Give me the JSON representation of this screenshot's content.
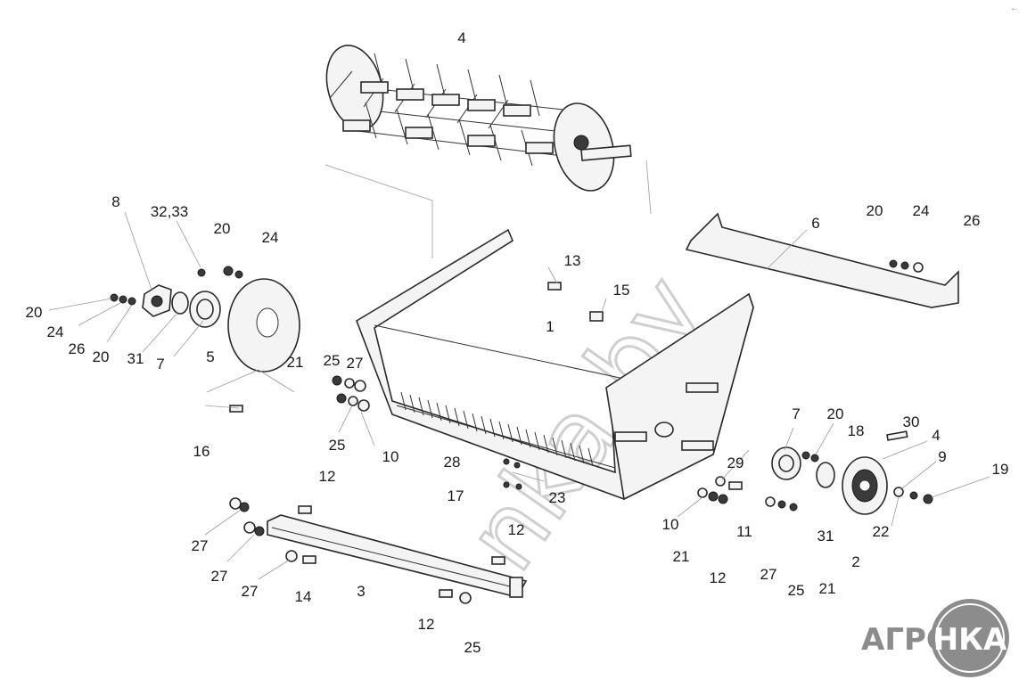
{
  "watermark": {
    "text": "nka.by"
  },
  "logo": {
    "prefix": "АГРО",
    "circle_text": "НКА",
    "color": "#8c8c8c"
  },
  "corner_mark": "←",
  "labels": {
    "l4_top": "4",
    "l8": "8",
    "l32_33": "32,33",
    "l20_a": "20",
    "l24_a": "24",
    "l20_b": "20",
    "l24_b": "24",
    "l26_a": "26",
    "l20_c": "20",
    "l31_a": "31",
    "l7_a": "7",
    "l5": "5",
    "l21_a": "21",
    "l25_a": "25",
    "l27_a": "27",
    "l16": "16",
    "l25_b": "25",
    "l10_a": "10",
    "l12_a": "12",
    "l27_b": "27",
    "l27_c": "27",
    "l27_d": "27",
    "l14": "14",
    "l3": "3",
    "l12_b": "12",
    "l12_c": "12",
    "l25_c": "25",
    "l28": "28",
    "l17": "17",
    "l23": "23",
    "l13": "13",
    "l15": "15",
    "l1": "1",
    "l6": "6",
    "l20_d": "20",
    "l24_c": "24",
    "l26_b": "26",
    "l7_b": "7",
    "l20_e": "20",
    "l18": "18",
    "l30": "30",
    "l4_b": "4",
    "l9": "9",
    "l19": "19",
    "l29": "29",
    "l10_b": "10",
    "l11": "11",
    "l21_b": "21",
    "l12_d": "12",
    "l27_e": "27",
    "l25_d": "25",
    "l21_c": "21",
    "l31_b": "31",
    "l2": "2",
    "l22": "22"
  }
}
